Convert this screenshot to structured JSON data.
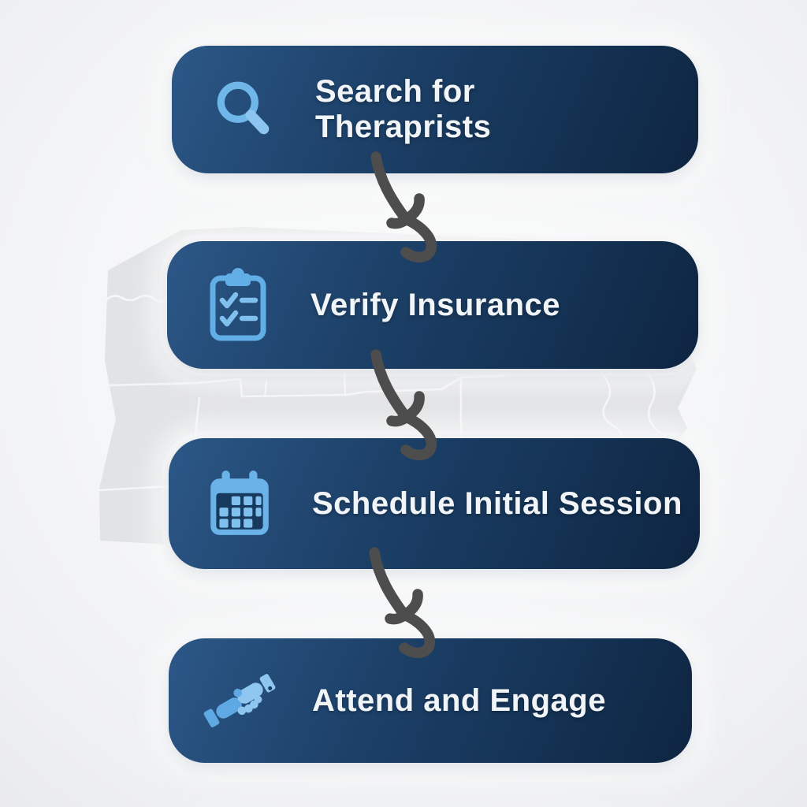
{
  "diagram": {
    "type": "vertical-flowchart",
    "description": "Four-step process to find and start therapy, over a faint state map background",
    "steps": [
      {
        "label": "Search for Theraprists",
        "icon": "magnifier-icon"
      },
      {
        "label": "Verify Insurance",
        "icon": "clipboard-checklist-icon"
      },
      {
        "label": "Schedule Initial Session",
        "icon": "calendar-icon"
      },
      {
        "label": "Attend and Engage",
        "icon": "handshake-icon"
      }
    ],
    "connectors": [
      {
        "from": 0,
        "to": 1,
        "style": "curved-arrow"
      },
      {
        "from": 1,
        "to": 2,
        "style": "curved-arrow"
      },
      {
        "from": 2,
        "to": 3,
        "style": "curved-arrow"
      }
    ]
  },
  "colors": {
    "box_gradient_start": "#2c5787",
    "box_gradient_end": "#0e2541",
    "icon_blue": "#64b0e8",
    "icon_blue_light": "#8ec7f0",
    "label_text": "#f2f5f8",
    "arrow_gray": "#4d4d4d",
    "map_fill": "#e2e3e5",
    "map_lines": "#f7f8f9",
    "background": "#f4f5f6"
  }
}
